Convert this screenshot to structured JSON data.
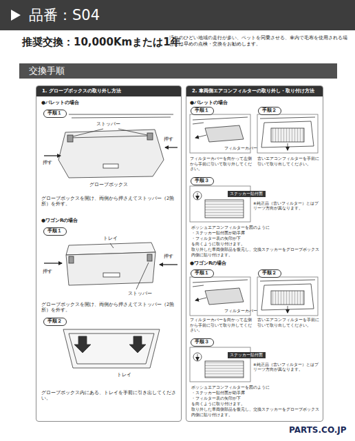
{
  "diagram": {
    "title": "品番：S04",
    "nodes": [
      {
        "text": [
          "品番：S04"
        ]
      },
      {
        "text": [
          "交換手順"
        ]
      },
      {
        "text": [
          "1. グローブボックスの取り外し方法"
        ]
      },
      {
        "text": [
          "手順１"
        ],
        "in": 2
      },
      {
        "text": [
          "手順１"
        ],
        "in": 2
      },
      {
        "text": [
          "手順２"
        ],
        "in": 2
      },
      {
        "text": [
          "2. 車両側エアコンフィルターの取り外し・取り付け方法"
        ]
      },
      {
        "text": [
          "手順１"
        ],
        "in": 6
      },
      {
        "text": [
          "手順２"
        ],
        "in": 6
      },
      {
        "text": [
          "手順３"
        ],
        "in": 6
      },
      {
        "text": [
          "ステッカー貼付面"
        ],
        "in": 6
      },
      {
        "text": [
          "手順１"
        ],
        "in": 6
      },
      {
        "text": [
          "手順２"
        ],
        "in": 6
      },
      {
        "text": [
          "手順３"
        ],
        "in": 6
      },
      {
        "text": [
          "ステッカー貼付面"
        ],
        "in": 6
      }
    ],
    "labels": [
      "推奨交換：10,000Kmまたは1年",
      "汚れのひどい地域の走行が多い、ペットを同乗させる、車内で毛布を使用される場合には早めの点検・交換をお勧めします。",
      "●パレットの場合",
      "ストッパー",
      "押す",
      "押す",
      "グローブボックス",
      "グローブボックスを開け、両側から押さえてストッパー（2箇所）を外す。",
      "●ワゴンRの場合",
      "トレイ",
      "押す",
      "押す",
      "ストッパー",
      "グローブボックスを開け、両側から押さえてストッパー（2箇所）を外す。",
      "トレイ",
      "グローブボックス内にある、トレイを手前に引き出してください。",
      "●パレットの場合",
      "フィルターカバー",
      "フィルターカバーを向かって左側から手前に引いて取り外してください。",
      "古いエアコンフィルターを手前に引いて取り出してください。",
      "※純正品（古いフィルター）とはプリーツ方向が異なります。",
      "ボッシュエアコンフィルターを図のように",
      "・ステッカー貼付面が助手席",
      "・フィルター表の矢印が下",
      "を向くように取り付けます。",
      "取り外した車両側部品を復元し、交換ステッカーをグローブボックス内側に貼り付けます。",
      "●ワゴンRの場合",
      "フィルターカバー",
      "フィルターカバーを向かって左側から手前に引いて取り外してください。",
      "古いエアコンフィルターを手前に引いて取り出してください。",
      "※純正品（古いフィルター）とはプリーツ方向が異なります。",
      "ボッシュエアコンフィルターを図のように",
      "・ステッカー貼付面が助手席",
      "・フィルター表の矢印が下",
      "を向くように取り付けます。",
      "取り外した車両側部品を復元し、交換ステッカーをグローブボックス内側に貼り付けます。",
      "PARTS.CO.JP"
    ]
  }
}
